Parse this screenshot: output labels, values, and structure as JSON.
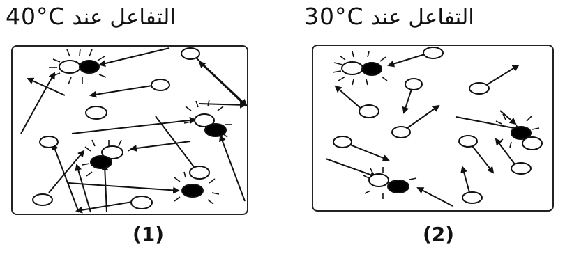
{
  "panels": [
    {
      "temp": "40°C",
      "label": "التفاعل عند",
      "caption": "(1)"
    },
    {
      "temp": "30°C",
      "label": "التفاعل عند",
      "caption": "(2)"
    }
  ],
  "colors": {
    "ink": "#111111",
    "reacted": "#000000",
    "unreacted": "#ffffff"
  }
}
